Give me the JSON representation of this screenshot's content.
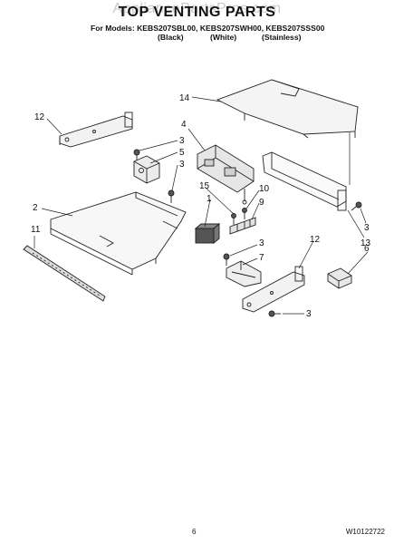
{
  "header": {
    "watermark": "AppliancePartsPros.com",
    "title": "TOP VENTING PARTS",
    "models_line": "For Models: KEBS207SBL00, KEBS207SWH00, KEBS207SSS00",
    "variants": [
      "(Black)",
      "(White)",
      "(Stainless)"
    ]
  },
  "callouts": [
    "14",
    "12",
    "4",
    "3",
    "5",
    "3",
    "2",
    "15",
    "1",
    "10",
    "9",
    "11",
    "3",
    "7",
    "12",
    "3",
    "13",
    "6",
    "3"
  ],
  "footer": {
    "page_number": "6",
    "document_number": "W10122722"
  }
}
